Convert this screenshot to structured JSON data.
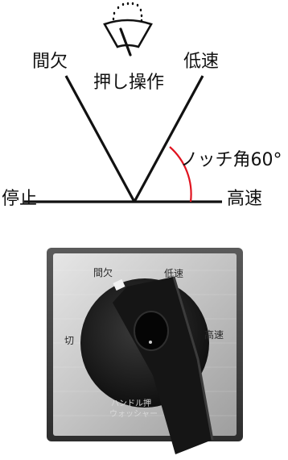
{
  "diagram": {
    "labels": {
      "intermittent": "間欠",
      "low_speed": "低速",
      "push_operation": "押し操作",
      "notch_angle": "ノッチ角60°",
      "stop": "停止",
      "high_speed": "高速"
    },
    "icons": {
      "washer": "wiper-washer-icon"
    }
  },
  "switch": {
    "labels": {
      "intermittent": "間欠",
      "low_speed": "低速",
      "off": "切",
      "high_speed": "高速"
    },
    "knob_text": {
      "line1": "ハンドル押",
      "line2": "ウォッシャー"
    }
  },
  "colors": {
    "arc": "#e0131f",
    "line": "#111111",
    "plate": "#c9c9c9",
    "knob": "#1a1a1a"
  }
}
